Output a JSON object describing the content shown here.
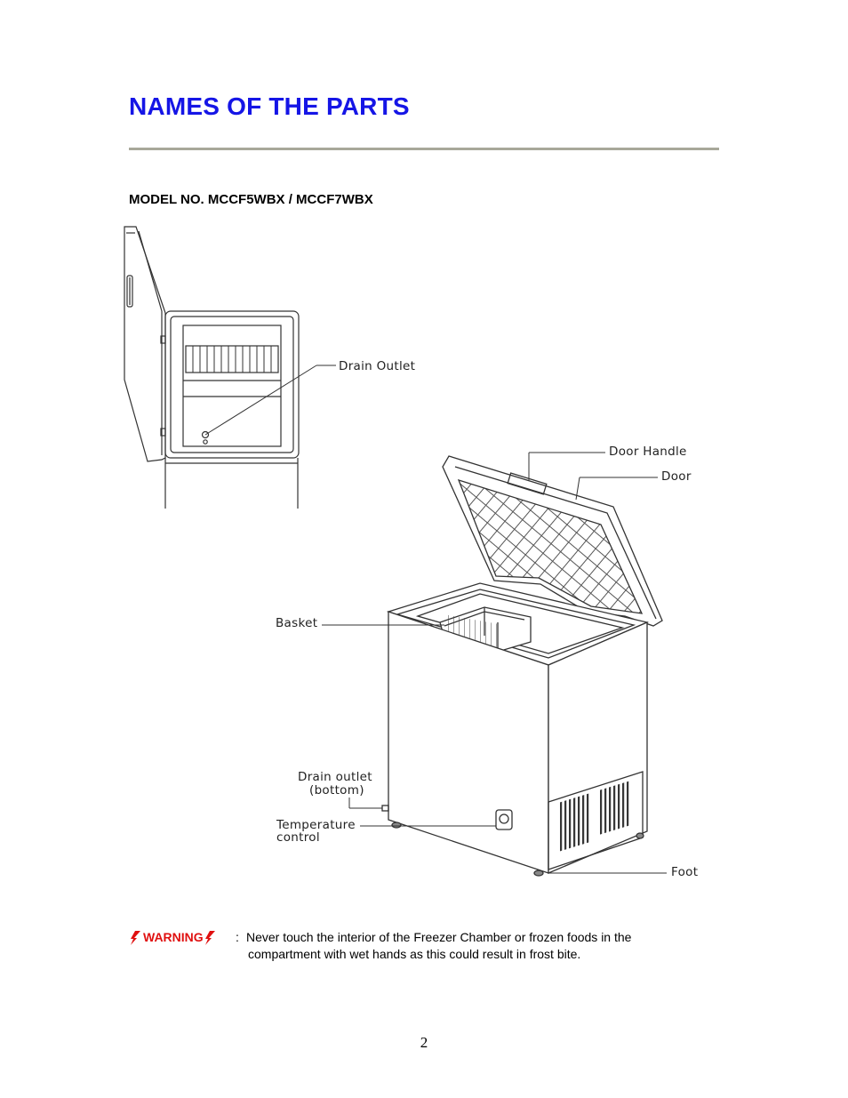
{
  "heading": "NAMES OF THE PARTS",
  "model": "MODEL NO.  MCCF5WBX / MCCF7WBX",
  "labels": {
    "drain_outlet_top": "Drain Outlet",
    "door_handle": "Door Handle",
    "door": "Door",
    "basket": "Basket",
    "drain_outlet_bottom_line1": "Drain outlet",
    "drain_outlet_bottom_line2": "(bottom)",
    "temperature_line1": "Temperature",
    "temperature_line2": "control",
    "foot": "Foot"
  },
  "warning": {
    "word": "WARNING",
    "separator": ":",
    "line1": "Never touch the interior of the Freezer Chamber or frozen foods in the",
    "line2": "compartment with wet hands as this could result in frost bite."
  },
  "page_number": "2",
  "colors": {
    "heading": "#1515e6",
    "rule": "#a8a89a",
    "warning": "#e01010"
  }
}
